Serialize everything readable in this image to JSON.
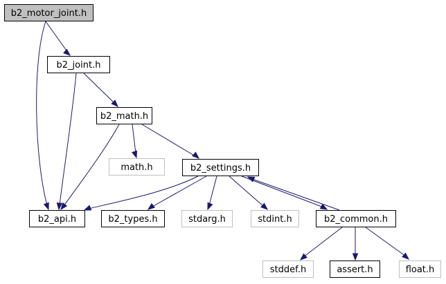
{
  "nodes": [
    {
      "id": "b2_motor_joint",
      "label": "b2_motor_joint.h",
      "kind": "root"
    },
    {
      "id": "b2_joint",
      "label": "b2_joint.h",
      "kind": "known"
    },
    {
      "id": "b2_math",
      "label": "b2_math.h",
      "kind": "known"
    },
    {
      "id": "math",
      "label": "math.h",
      "kind": "external"
    },
    {
      "id": "b2_settings",
      "label": "b2_settings.h",
      "kind": "known"
    },
    {
      "id": "b2_api",
      "label": "b2_api.h",
      "kind": "known"
    },
    {
      "id": "b2_types",
      "label": "b2_types.h",
      "kind": "known"
    },
    {
      "id": "stdarg",
      "label": "stdarg.h",
      "kind": "external"
    },
    {
      "id": "stdint",
      "label": "stdint.h",
      "kind": "external"
    },
    {
      "id": "b2_common",
      "label": "b2_common.h",
      "kind": "known"
    },
    {
      "id": "stddef",
      "label": "stddef.h",
      "kind": "external"
    },
    {
      "id": "assert",
      "label": "assert.h",
      "kind": "known"
    },
    {
      "id": "float",
      "label": "float.h",
      "kind": "external"
    }
  ],
  "edges": [
    {
      "from": "b2_motor_joint",
      "to": "b2_joint"
    },
    {
      "from": "b2_motor_joint",
      "to": "b2_api"
    },
    {
      "from": "b2_joint",
      "to": "b2_api"
    },
    {
      "from": "b2_joint",
      "to": "b2_math"
    },
    {
      "from": "b2_math",
      "to": "b2_api"
    },
    {
      "from": "b2_math",
      "to": "math"
    },
    {
      "from": "b2_math",
      "to": "b2_settings"
    },
    {
      "from": "b2_settings",
      "to": "b2_api"
    },
    {
      "from": "b2_settings",
      "to": "b2_types"
    },
    {
      "from": "b2_settings",
      "to": "stdarg"
    },
    {
      "from": "b2_settings",
      "to": "stdint"
    },
    {
      "from": "b2_settings",
      "to": "b2_common"
    },
    {
      "from": "b2_common",
      "to": "b2_settings"
    },
    {
      "from": "b2_common",
      "to": "stddef"
    },
    {
      "from": "b2_common",
      "to": "assert"
    },
    {
      "from": "b2_common",
      "to": "float"
    }
  ],
  "colors": {
    "edge": "#191970",
    "node_border_known": "#000000",
    "node_border_external": "#bfbfbf",
    "root_fill": "#bfbfbf"
  }
}
